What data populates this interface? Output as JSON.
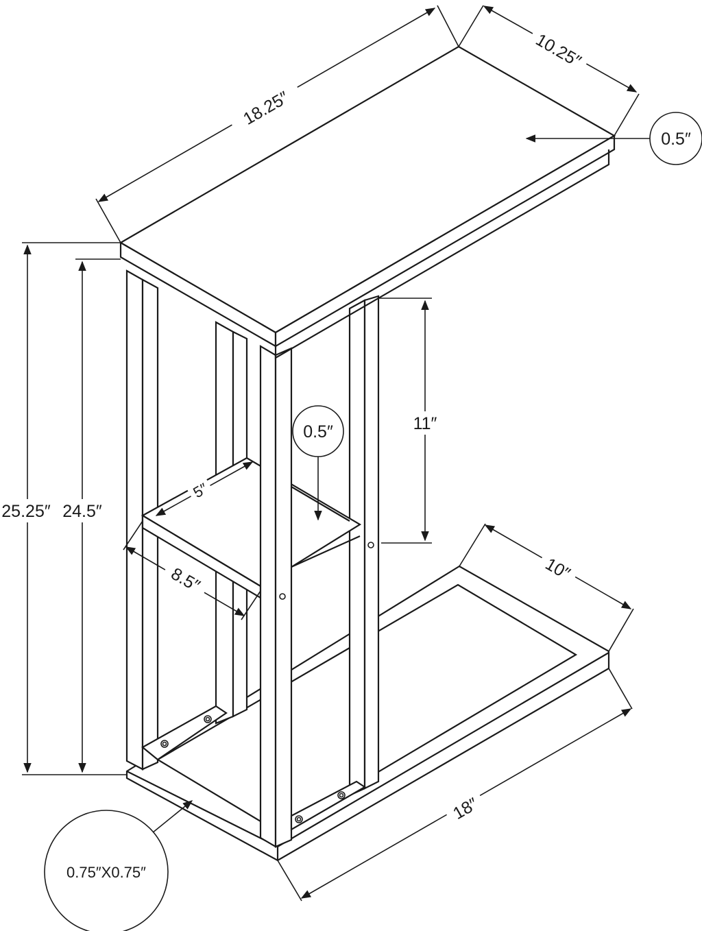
{
  "diagram": {
    "colors": {
      "line": "#1a1a1a",
      "background": "#ffffff"
    },
    "dimensions": {
      "top_length": "18.25″",
      "top_depth": "10.25″",
      "top_thickness": "0.5″",
      "total_height": "25.25″",
      "frame_height": "24.5″",
      "shelf_clearance": "11″",
      "shelf_thickness": "0.5″",
      "shelf_depth": "5″",
      "shelf_width": "8.5″",
      "base_depth": "10″",
      "base_length": "18″",
      "tube_size": "0.75″X0.75″"
    }
  }
}
